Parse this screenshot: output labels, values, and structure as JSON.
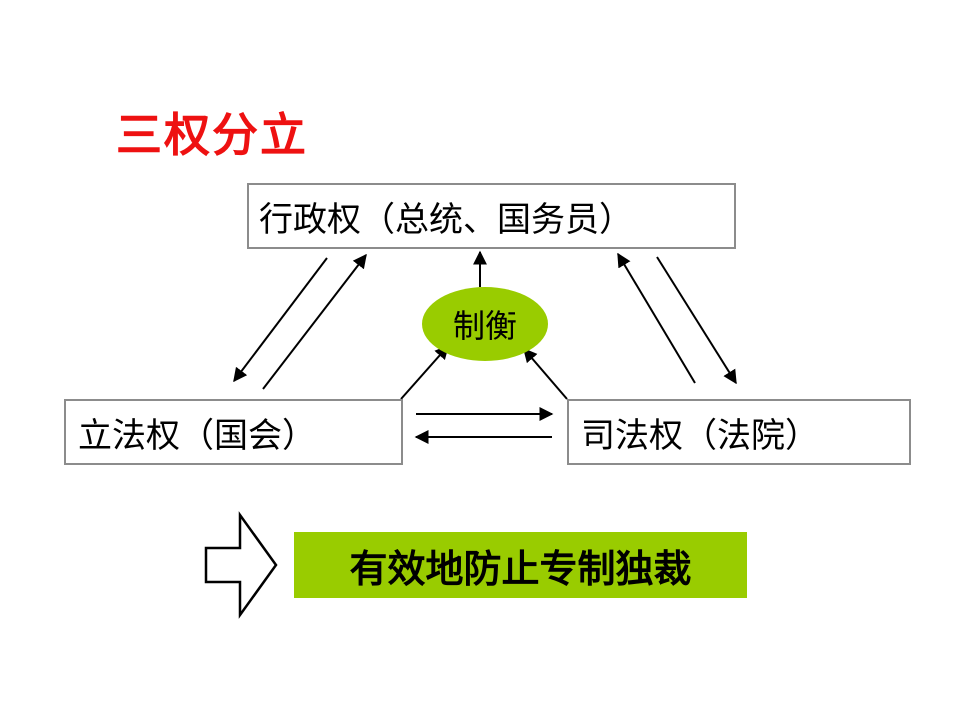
{
  "title": "三权分立",
  "nodes": {
    "executive": "行政权（总统、国务员）",
    "legislative": "立法权（国会）",
    "judicial": "司法权（法院）",
    "center": "制衡"
  },
  "result": "有效地防止专制独裁",
  "colors": {
    "title": "#ee1111",
    "center_fill": "#99cc00",
    "result_fill": "#99cc00",
    "box_border": "#8c8c8c",
    "arrow": "#000000"
  }
}
